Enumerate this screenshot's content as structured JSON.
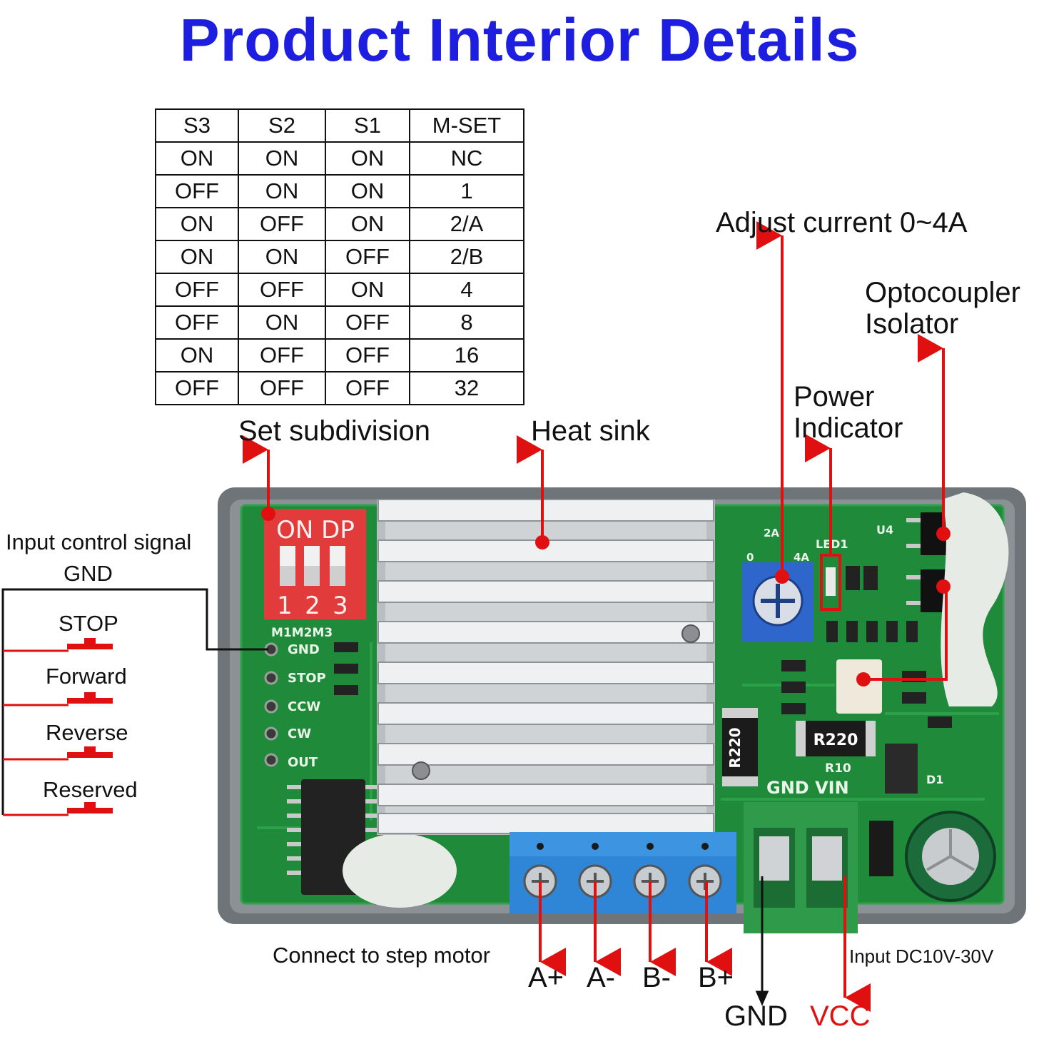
{
  "title": "Product Interior Details",
  "table": {
    "headers": [
      "S3",
      "S2",
      "S1",
      "M-SET"
    ],
    "rows": [
      [
        "ON",
        "ON",
        "ON",
        "NC"
      ],
      [
        "OFF",
        "ON",
        "ON",
        "1"
      ],
      [
        "ON",
        "OFF",
        "ON",
        "2/A"
      ],
      [
        "ON",
        "ON",
        "OFF",
        "2/B"
      ],
      [
        "OFF",
        "OFF",
        "ON",
        "4"
      ],
      [
        "OFF",
        "ON",
        "OFF",
        "8"
      ],
      [
        "ON",
        "OFF",
        "OFF",
        "16"
      ],
      [
        "OFF",
        "OFF",
        "OFF",
        "32"
      ]
    ]
  },
  "callouts": {
    "set_subdivision": "Set subdivision",
    "heat_sink": "Heat sink",
    "adjust_current": "Adjust current 0~4A",
    "optocoupler_line1": "Optocoupler",
    "optocoupler_line2": "Isolator",
    "power_line1": "Power",
    "power_line2": "Indicator",
    "input_signal_line1": "Input control signal",
    "input_signal_line2": "GND",
    "stop": "STOP",
    "forward": "Forward",
    "reverse": "Reverse",
    "reserved": "Reserved",
    "connect_motor": "Connect to step motor",
    "a_plus": "A+",
    "a_minus": "A-",
    "b_minus": "B-",
    "b_plus": "B+",
    "input_dc": "Input DC10V-30V",
    "gnd": "GND",
    "vcc": "VCC"
  },
  "board": {
    "dip_label": "ON DP",
    "dip_numbers": [
      "1",
      "2",
      "3"
    ],
    "m_label": "M1M2M3",
    "pins": [
      "GND",
      "STOP",
      "CCW",
      "CW",
      "OUT"
    ],
    "power_label": "GND VIN",
    "resistor_a": "R220",
    "resistor_b": "R220",
    "r10": "R10",
    "d1": "D1",
    "led": "LED1",
    "u4": "U4",
    "pot_scale": [
      "0",
      "2A",
      "4A"
    ]
  },
  "colors": {
    "title": "#1d1ee0",
    "arrow": "#e01010",
    "pcb": "#1f8a3a",
    "case": "#6f7479",
    "dip": "#e13b3b",
    "terminal_motor": "#2f86d6",
    "terminal_power": "#2e9a4a"
  }
}
